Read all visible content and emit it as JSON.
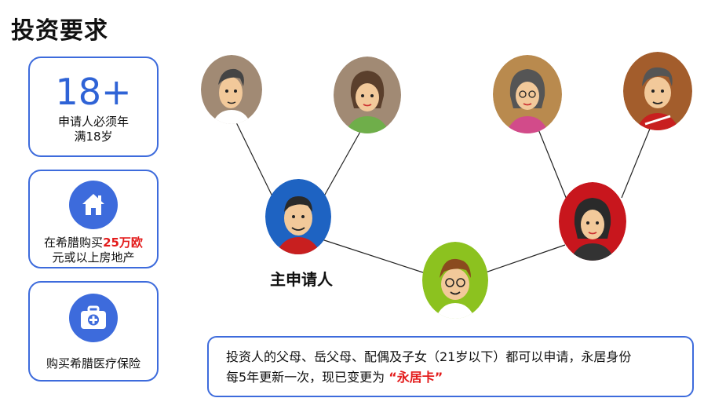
{
  "page": {
    "title": "投资要求"
  },
  "cards": {
    "age": {
      "value": "18+",
      "line1": "申请人必须年",
      "line2": "满18岁"
    },
    "property": {
      "pre": "在希腊购买",
      "amount": "25万欧",
      "line2": "元或以上房地产"
    },
    "insurance": {
      "text": "购买希腊医疗保险"
    }
  },
  "family": {
    "main_label": "主申请人"
  },
  "note": {
    "line1": "投资人的父母、岳父母、配偶及子女（21岁以下）都可以申请，永居身份",
    "line2_pre": "每5年更新一次，现已变更为",
    "highlight": "“永居卡”"
  },
  "colors": {
    "accent": "#3d6bdc",
    "highlight": "#e31b1b"
  }
}
